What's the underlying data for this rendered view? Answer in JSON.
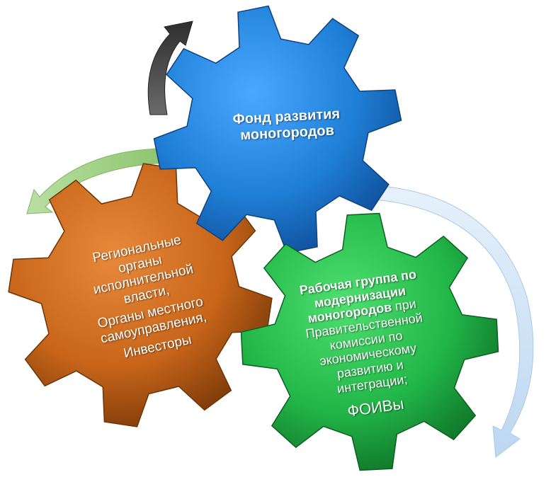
{
  "colors": {
    "blue_gear": "#1f7fd6",
    "orange_gear": "#c8651a",
    "green_gear": "#22b648",
    "arrow_dark": "#4a4a4a",
    "arrow_green": "#9ccf80",
    "arrow_lightblue": "#cfe4f7"
  },
  "blue_gear": {
    "line1": "Фонд развития",
    "line2": "моногородов"
  },
  "orange_gear": {
    "line1": "Региональные",
    "line2": "органы",
    "line3": "исполнительной",
    "line4": "власти,",
    "line5": "Органы местного",
    "line6": "самоуправления,",
    "line7": "Инвесторы"
  },
  "green_gear": {
    "bold1": "Рабочая группа по",
    "bold2": "модернизации",
    "bold3": "моногородов",
    "after_bold3": " при",
    "line4": "Правительственной",
    "line5": "комиссии по",
    "line6": "экономическому",
    "line7": "развитию и",
    "line8": "интеграции;",
    "line9": "ФОИВы"
  }
}
